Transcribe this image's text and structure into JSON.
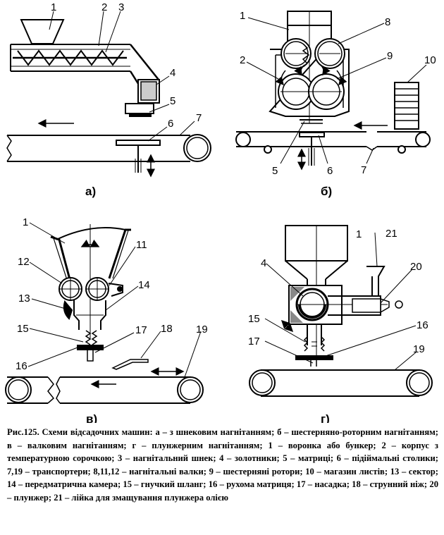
{
  "labels": {
    "a": "1",
    "b": "2",
    "c": "3",
    "d": "4",
    "e": "5",
    "f": "6",
    "g": "7",
    "h": "1",
    "i": "8",
    "j": "2",
    "k": "9",
    "l": "10",
    "m": "5",
    "n": "6",
    "o": "7",
    "p": "1",
    "q": "11",
    "r": "12",
    "s": "14",
    "t": "13",
    "u": "15",
    "v": "17",
    "w": "18",
    "x": "16",
    "y": "19",
    "z": "1",
    "aa": "21",
    "ab": "20",
    "ac": "4",
    "ad": "15",
    "ae": "16",
    "af": "17",
    "ag": "19"
  },
  "panels": {
    "a": "а)",
    "b": "б)",
    "c": "в)",
    "d": "г)"
  },
  "caption": "Рис.125. Схеми відсадочних машин: а – з шнековим нагнітанням; б – шестерняно-роторним нагнітанням; в – валковим нагнітанням; г – плунжерним нагнітанням; 1 – воронка або бункер; 2 – корпус з температурною сорочкою; 3 – нагнітальний шнек; 4 – золотники; 5 – матриці; 6 – підіймальні столики; 7,19 – транспортери; 8,11,12 – нагнітальні валки; 9 – шестерняні ротори; 10 – магазин листів; 13 – сектор; 14 – передматрична камера; 15 – гнучкий шланг; 16 – рухома матриця; 17 – насадка; 18 – струнний ніж; 20 – плунжер; 21 – лійка для змащування плунжера олією"
}
